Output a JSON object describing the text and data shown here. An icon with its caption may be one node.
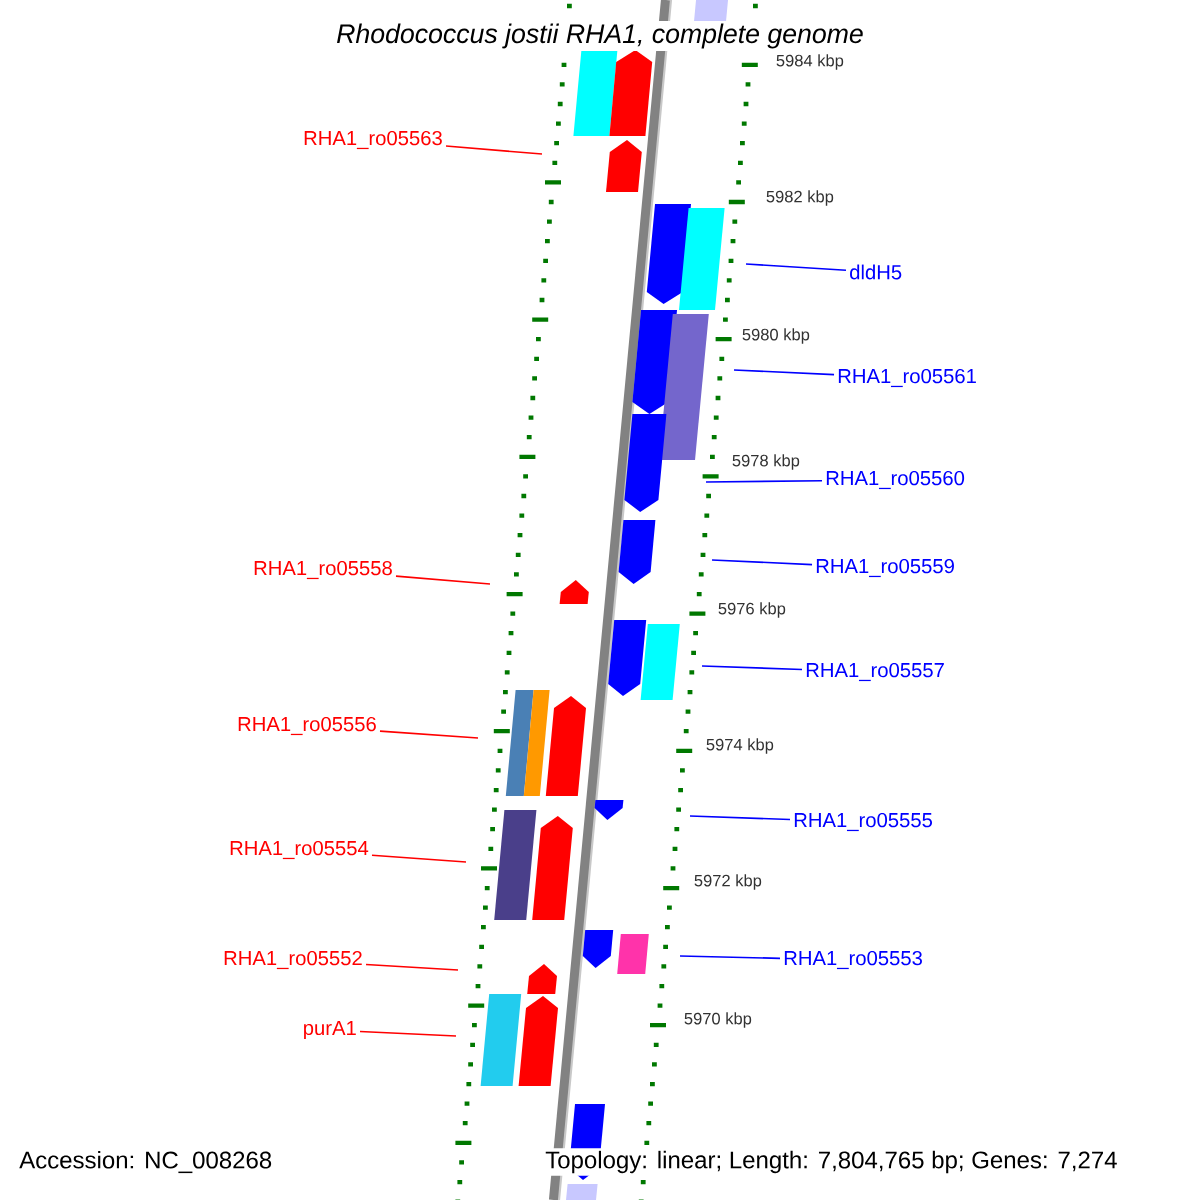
{
  "diagram": {
    "title": "Rhodococcus jostii RHA1, complete genome",
    "nodes": [
      {
        "text": [
          "RHA1_ro05563"
        ]
      },
      {
        "text": [
          "dldH5"
        ]
      },
      {
        "text": [
          "RHA1_ro05561"
        ]
      },
      {
        "text": [
          "RHA1_ro05560"
        ]
      },
      {
        "text": [
          "RHA1_ro05559"
        ]
      },
      {
        "text": [
          "RHA1_ro05558"
        ]
      },
      {
        "text": [
          "RHA1_ro05557"
        ]
      },
      {
        "text": [
          "RHA1_ro05556"
        ]
      },
      {
        "text": [
          "RHA1_ro05555"
        ]
      },
      {
        "text": [
          "RHA1_ro05554"
        ]
      },
      {
        "text": [
          "RHA1_ro05553"
        ]
      },
      {
        "text": [
          "RHA1_ro05552"
        ]
      },
      {
        "text": [
          "purA1"
        ]
      }
    ],
    "edges": [
      {
        "from": 0,
        "to": null,
        "arrow": "none",
        "color": "#ff0000"
      },
      {
        "from": 1,
        "to": null,
        "arrow": "none"
      },
      {
        "from": 2,
        "to": null,
        "arrow": "none"
      },
      {
        "from": 3,
        "to": null,
        "arrow": "none"
      },
      {
        "from": 4,
        "to": null,
        "arrow": "none"
      },
      {
        "from": 5,
        "to": null,
        "arrow": "none",
        "color": "#ff0000"
      },
      {
        "from": 6,
        "to": null,
        "arrow": "none"
      },
      {
        "from": 7,
        "to": null,
        "arrow": "none",
        "color": "#ff0000"
      },
      {
        "from": 8,
        "to": null,
        "arrow": "none"
      },
      {
        "from": 9,
        "to": null,
        "arrow": "none",
        "color": "#ff0000"
      },
      {
        "from": 10,
        "to": null,
        "arrow": "none"
      },
      {
        "from": 11,
        "to": null,
        "arrow": "none",
        "color": "#ff0000"
      },
      {
        "from": 12,
        "to": null,
        "arrow": "none",
        "color": "#ff0000"
      }
    ],
    "labels": [
      "5984 kbp",
      "5982 kbp",
      "5980 kbp",
      "5978 kbp",
      "5976 kbp",
      "5974 kbp",
      "5972 kbp",
      "5970 kbp",
      "Accession: NC_008268",
      "Topology: linear; Length: 7,804,765 bp; Genes: 7,274"
    ]
  }
}
